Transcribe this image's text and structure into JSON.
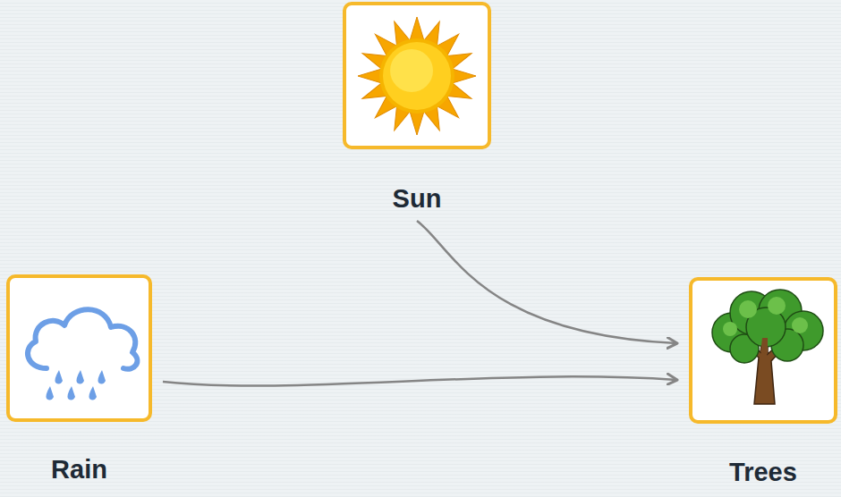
{
  "diagram": {
    "nodes": [
      {
        "text": [
          "Sun"
        ]
      },
      {
        "text": [
          "Rain"
        ]
      },
      {
        "text": [
          "Trees"
        ]
      }
    ],
    "edges": [
      {
        "from": 0,
        "to": 2,
        "arrow": "to"
      },
      {
        "from": 1,
        "to": 2,
        "arrow": "to"
      }
    ]
  }
}
